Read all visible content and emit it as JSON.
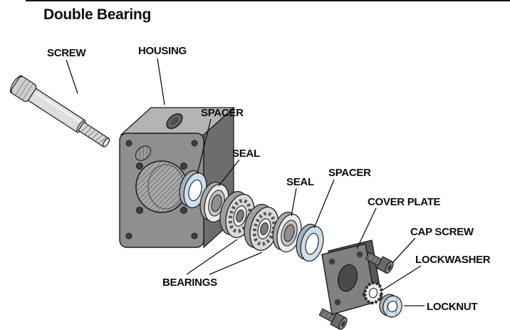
{
  "diagram_title": "Double Bearing",
  "labels": {
    "screw": "SCREW",
    "housing": "HOUSING",
    "spacer_left": "SPACER",
    "seal_left": "SEAL",
    "bearings": "BEARINGS",
    "seal_right": "SEAL",
    "spacer_right": "SPACER",
    "cover_plate": "COVER PLATE",
    "cap_screw": "CAP SCREW",
    "lockwasher": "LOCKWASHER",
    "locknut": "LOCKNUT"
  },
  "colors": {
    "accent_blue": "#cfe0ec",
    "metal_light": "#d9d9d9",
    "metal_mid": "#8f8f8f",
    "metal_dark": "#5a5a5a",
    "outline": "#1a1a1a",
    "text": "#0d0d0d"
  }
}
